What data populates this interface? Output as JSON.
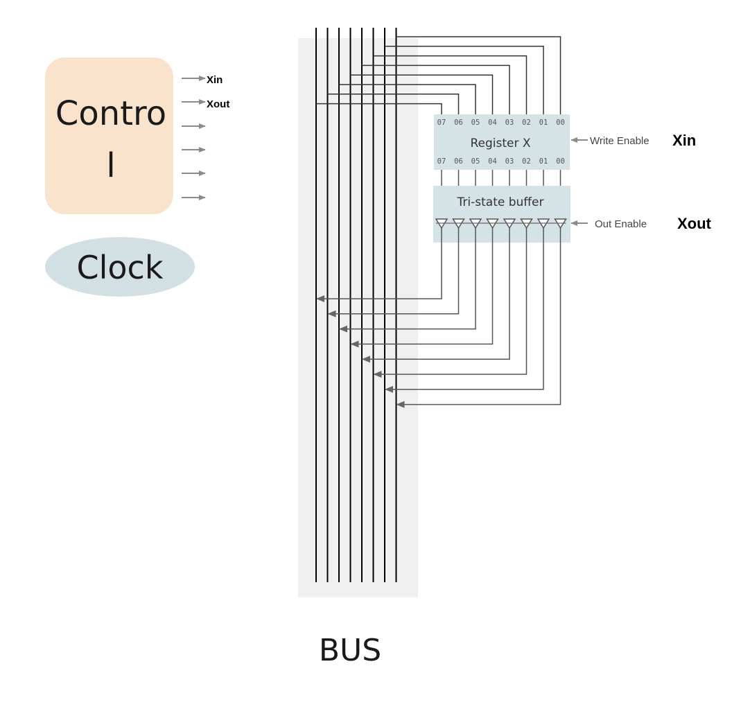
{
  "control": {
    "label_line1": "Contro",
    "label_line2": "l",
    "fill": "#f9e3cc"
  },
  "control_outputs": [
    "Xin",
    "Xout",
    "",
    "",
    "",
    ""
  ],
  "clock": {
    "label": "Clock",
    "fill": "#d2e0e3"
  },
  "bus": {
    "label": "BUS",
    "line_count": 8
  },
  "register": {
    "title": "Register X",
    "input_bits": [
      "07",
      "06",
      "05",
      "04",
      "03",
      "02",
      "01",
      "00"
    ],
    "output_bits": [
      "07",
      "06",
      "05",
      "04",
      "03",
      "02",
      "01",
      "00"
    ],
    "enable_label": "Write Enable",
    "enable_signal": "Xin",
    "fill": "#d6e3e6"
  },
  "tristate": {
    "title": "Tri-state buffer",
    "enable_label": "Out Enable",
    "enable_signal": "Xout",
    "buffer_count": 8,
    "fill": "#d6e3e6"
  },
  "colors": {
    "wire": "#000000",
    "feedback_wire": "#555555",
    "arrow": "#8a8a8a",
    "bus_band": "#f0f0f0"
  }
}
